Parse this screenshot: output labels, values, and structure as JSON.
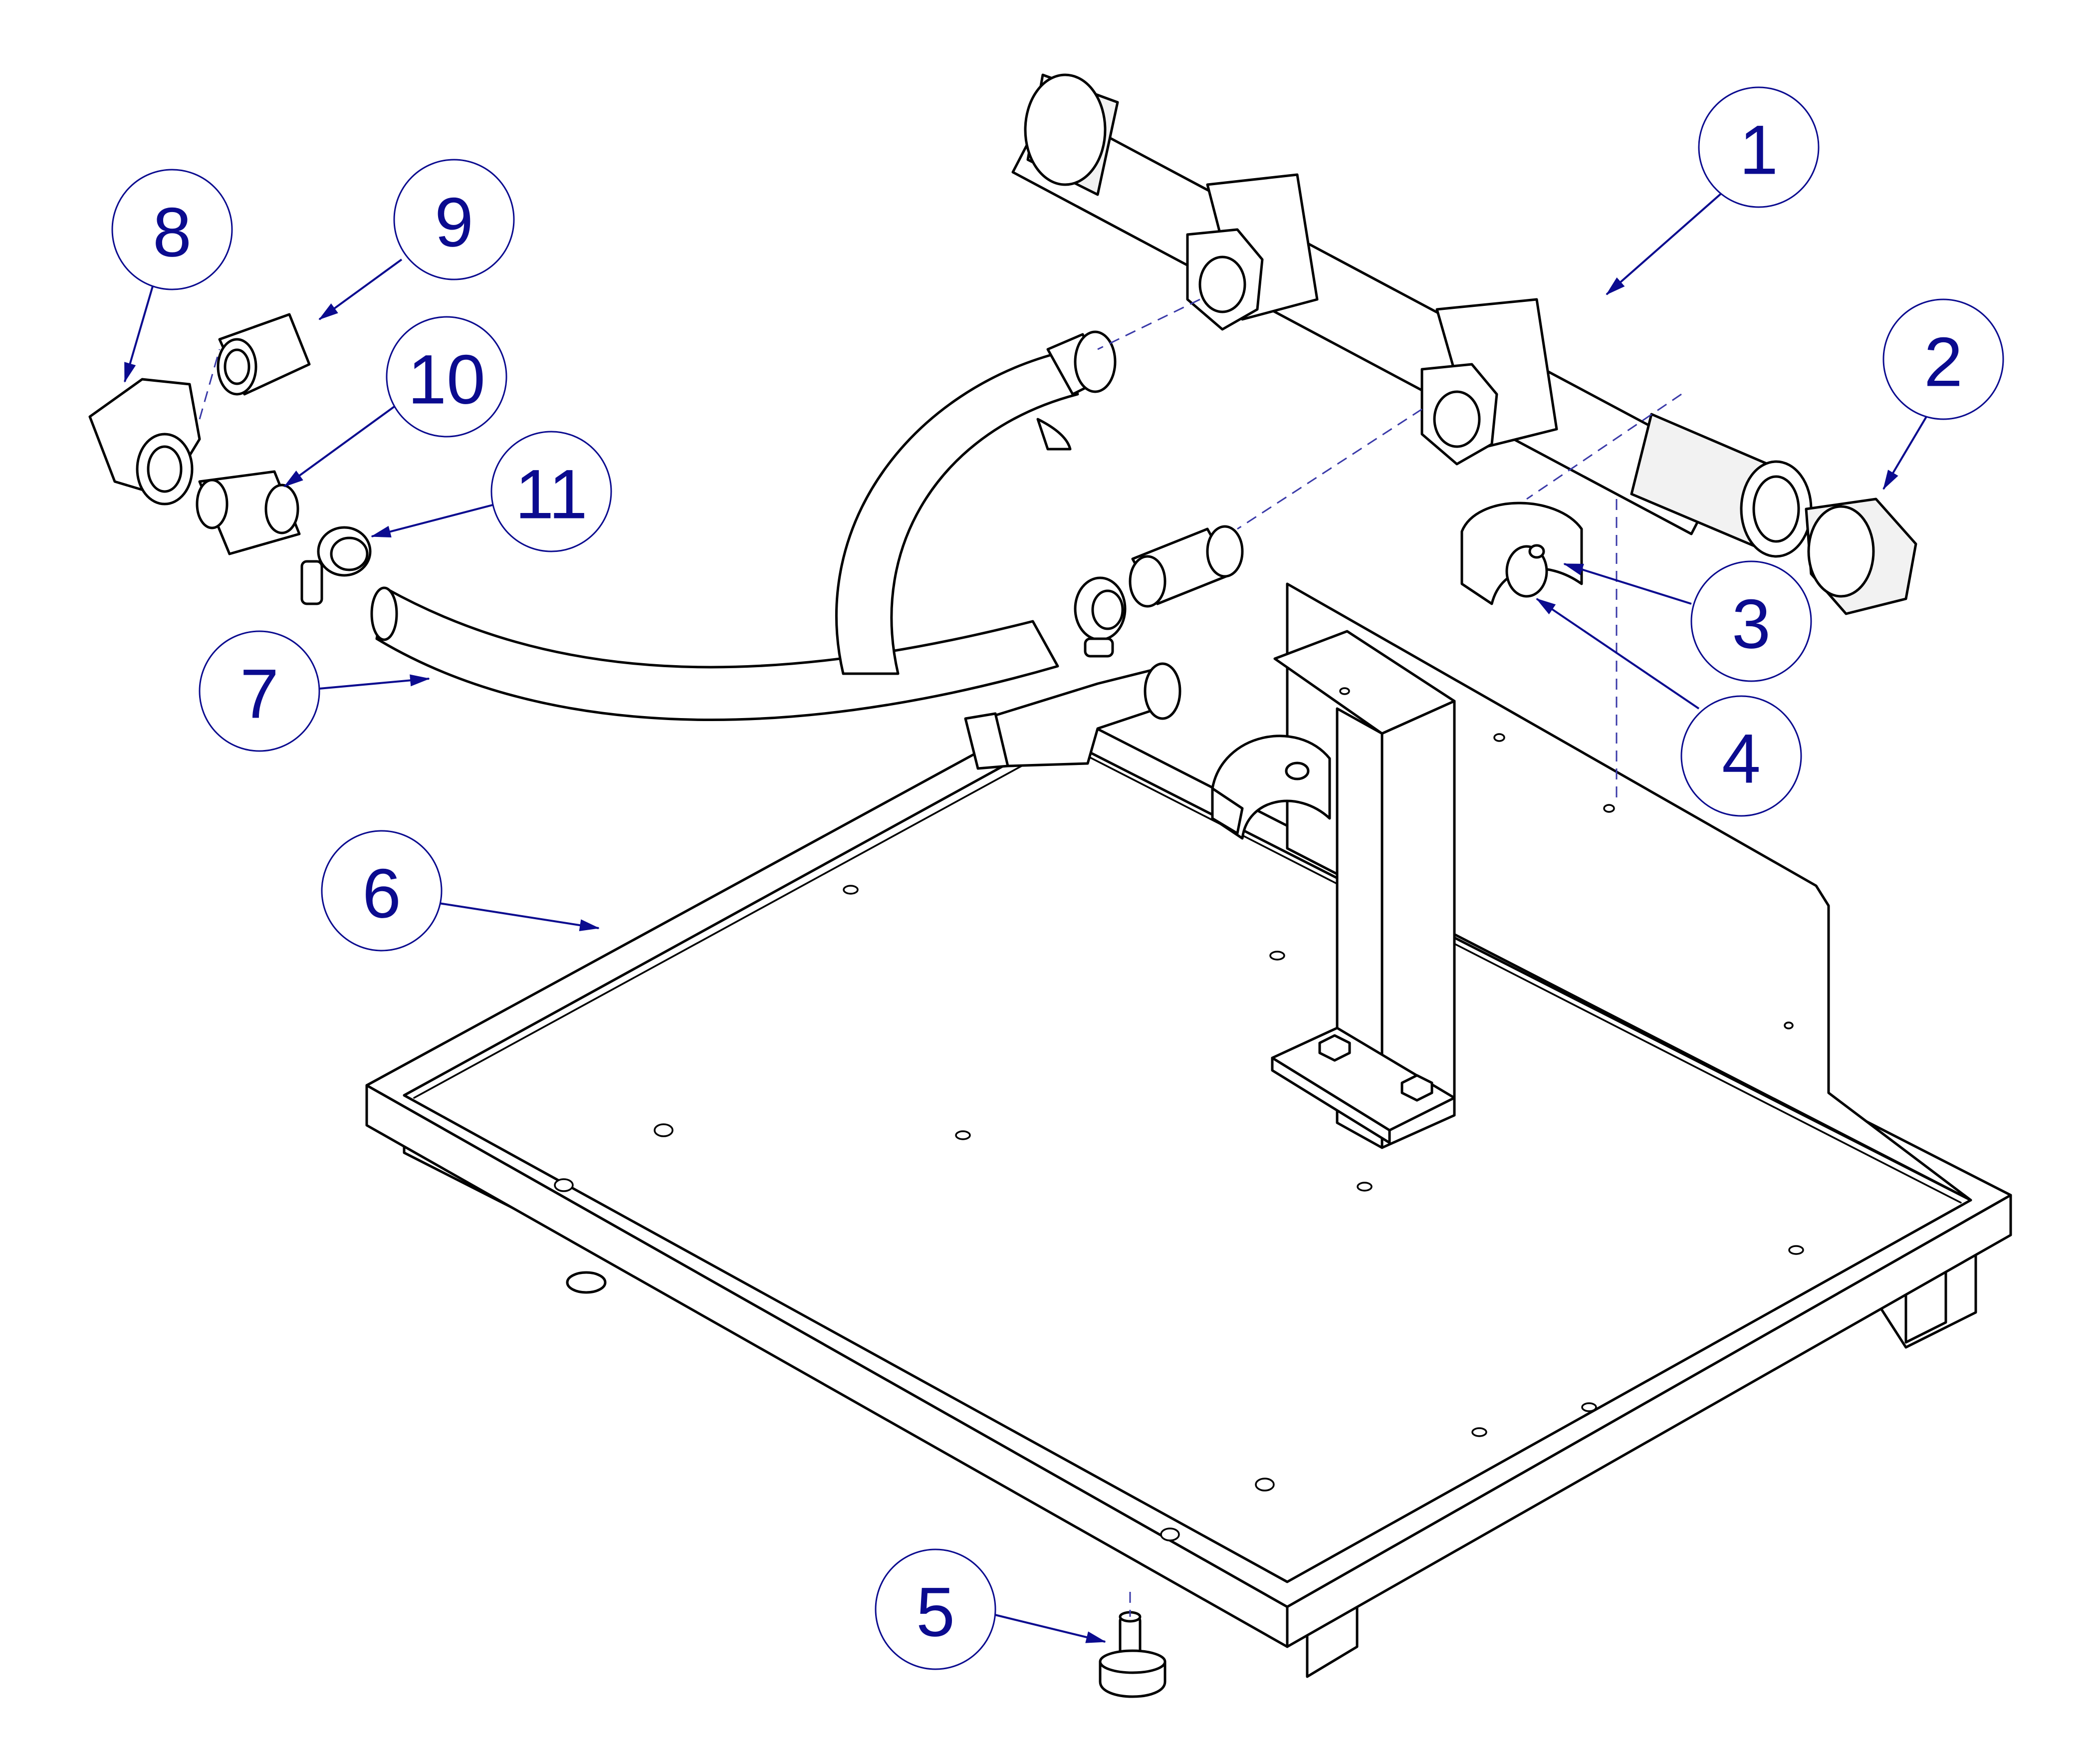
{
  "diagram": {
    "callouts": [
      {
        "id": "1",
        "label": "1"
      },
      {
        "id": "2",
        "label": "2"
      },
      {
        "id": "3",
        "label": "3"
      },
      {
        "id": "4",
        "label": "4"
      },
      {
        "id": "5",
        "label": "5"
      },
      {
        "id": "6",
        "label": "6"
      },
      {
        "id": "7",
        "label": "7"
      },
      {
        "id": "8",
        "label": "8"
      },
      {
        "id": "9",
        "label": "9"
      },
      {
        "id": "10",
        "label": "10"
      },
      {
        "id": "11",
        "label": "11"
      }
    ],
    "colors": {
      "callout": "#0b0b8f",
      "line": "#000000",
      "dashed_axis": "#3a3aa8",
      "background": "#ffffff"
    }
  }
}
